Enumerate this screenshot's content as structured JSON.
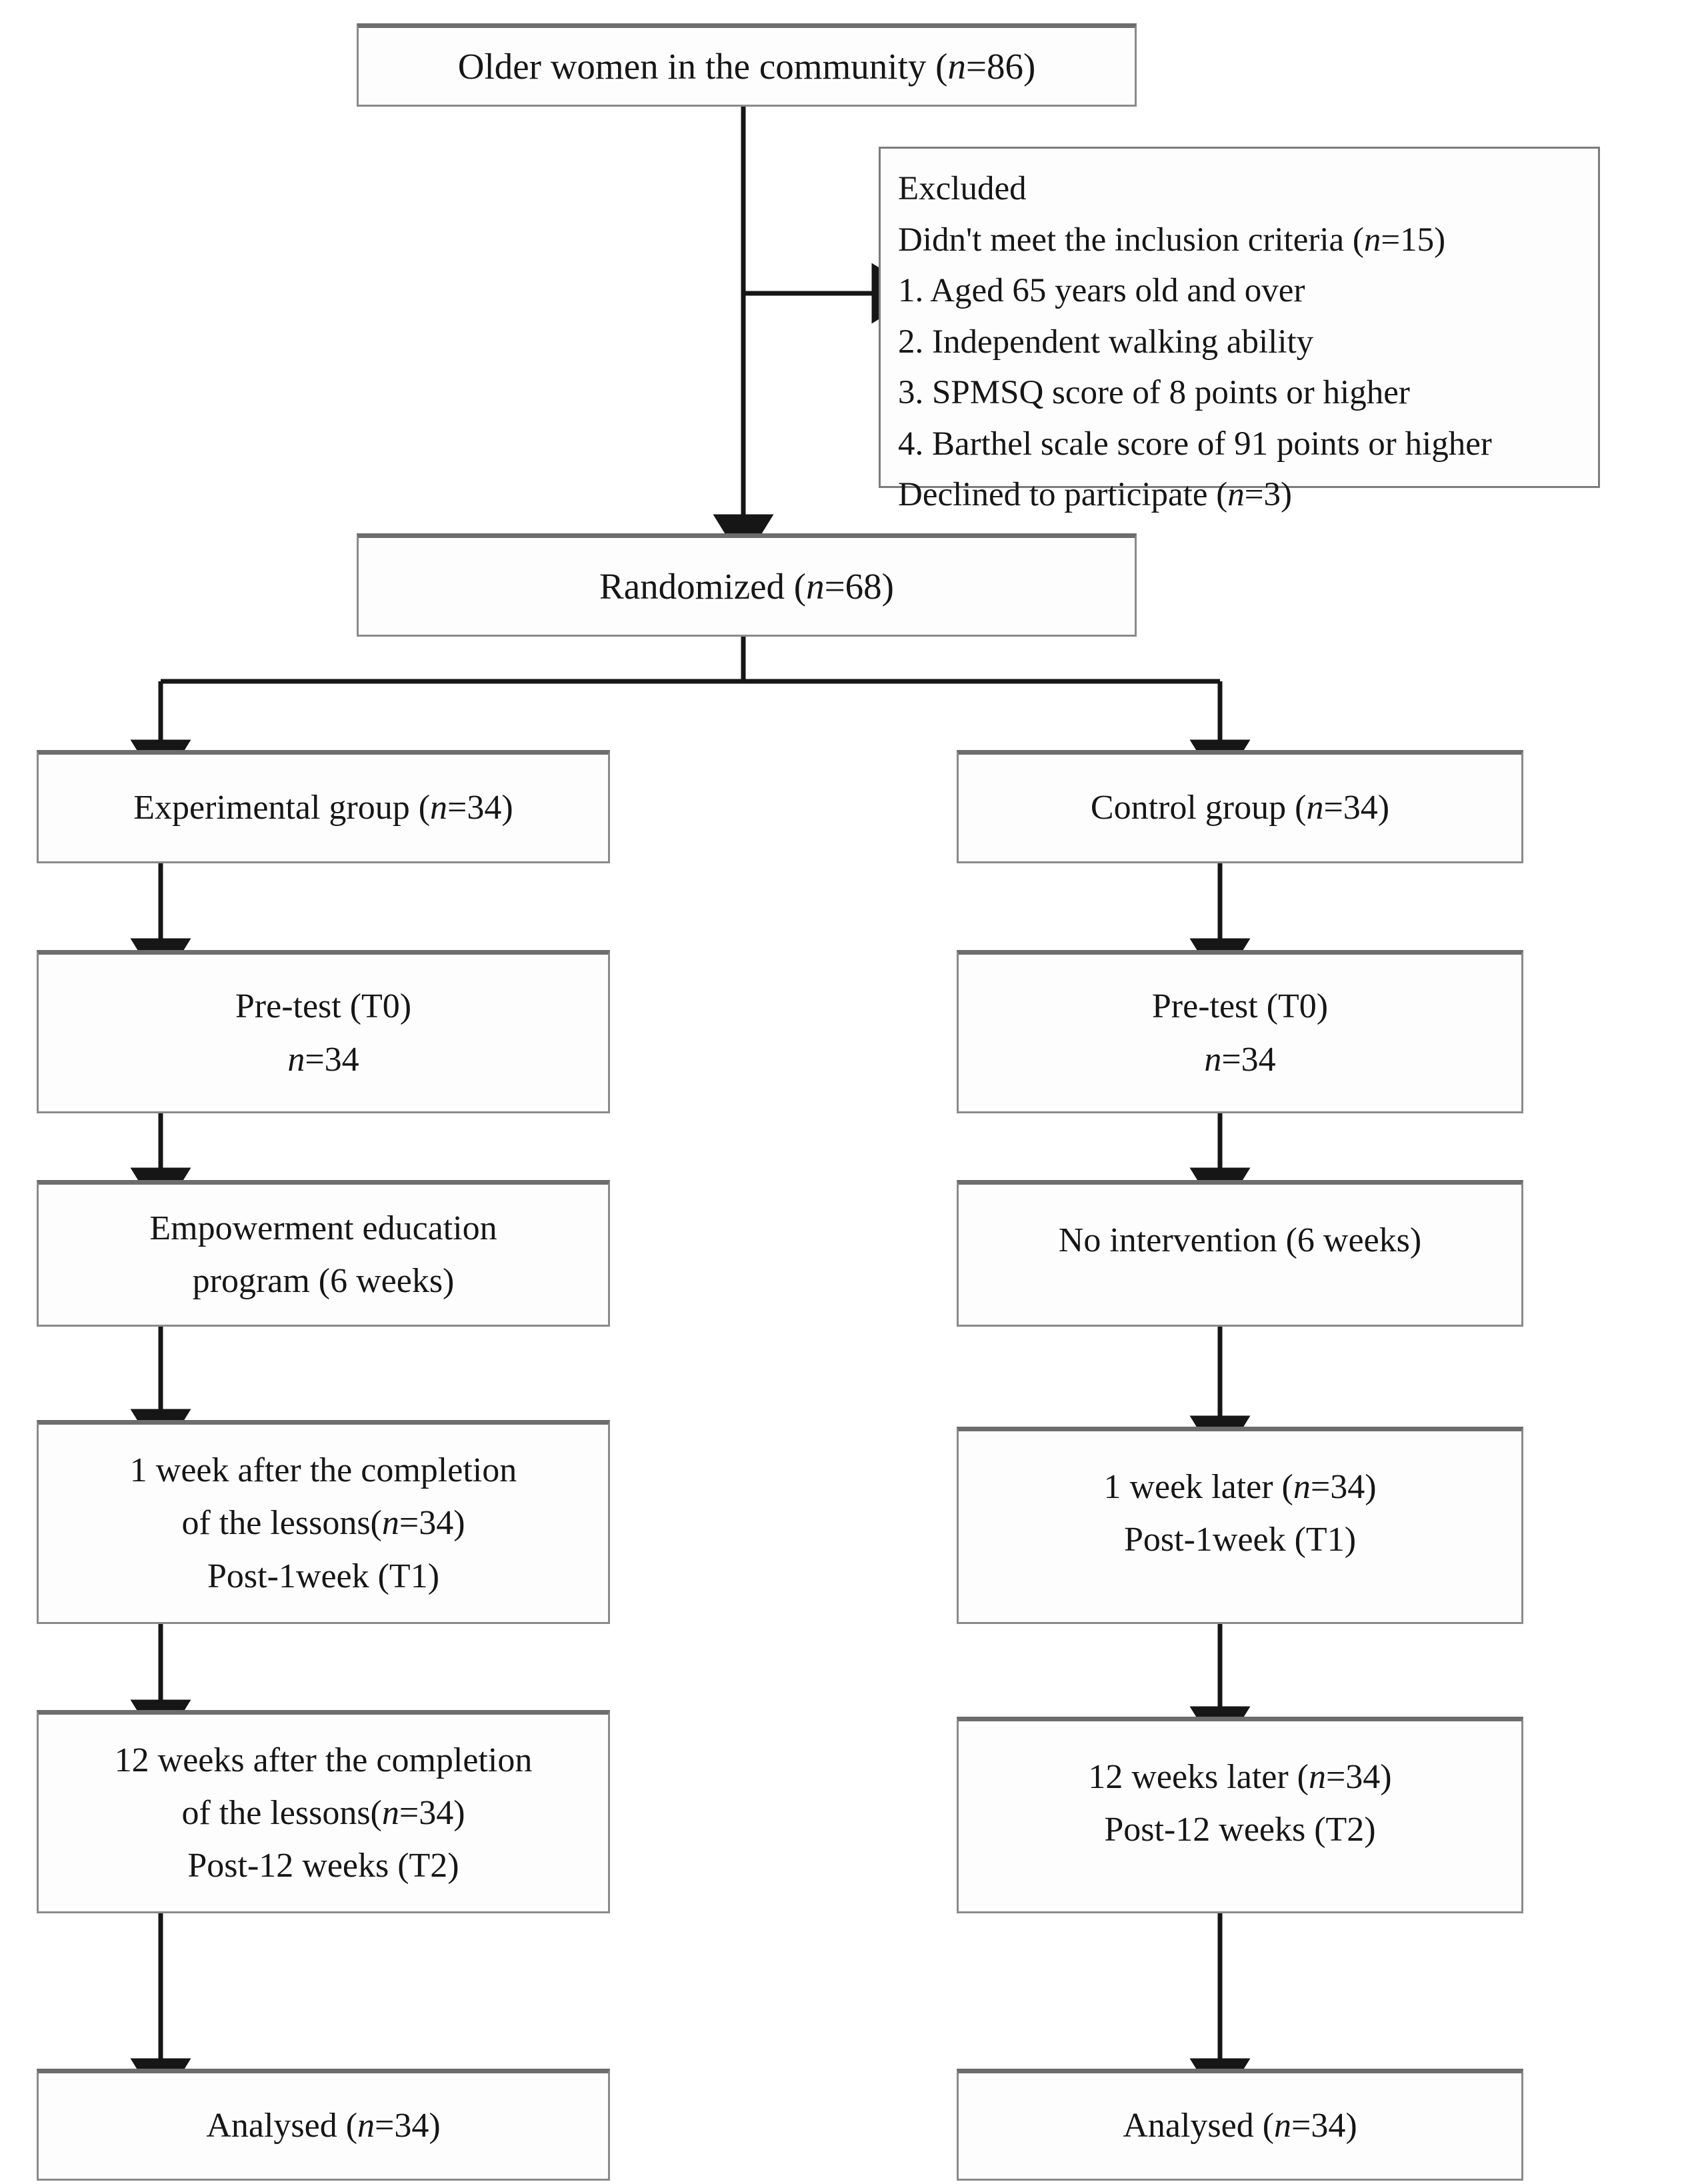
{
  "diagram": {
    "title": "CONSORT participant flow diagram",
    "type": "flowchart",
    "colors": {
      "box_border": "#8a8a8a",
      "box_fill": "#fdfdfd",
      "connector": "#161616",
      "text": "#161616"
    }
  },
  "nodes": {
    "enrollment": {
      "label": "Older women in the community (n=86)",
      "line1": "Older women in the community (",
      "n_italic": "n",
      "line1_tail": "=86)"
    },
    "excluded": {
      "heading": "Excluded",
      "criteria_line": "Didn't meet the inclusion criteria (n=15)",
      "criteria_lead": "Didn't meet the inclusion criteria (",
      "criteria_tail": "=15)",
      "items": [
        "1. Aged 65 years old and over",
        "2. Independent walking ability",
        "3. SPMSQ score of 8 points or higher",
        "4. Barthel scale score of 91 points or higher"
      ],
      "declined_lead": "Declined to participate (",
      "declined_tail": "=3)",
      "declined_line": "Declined to participate (n=3)"
    },
    "randomized": {
      "lead": "Randomized (",
      "tail": "=68)",
      "label": "Randomized (n=68)"
    },
    "experimental_group": {
      "lead": "Experimental group (",
      "tail": "=34)",
      "label": "Experimental group (n=34)"
    },
    "control_group": {
      "lead": "Control group (",
      "tail": "=34)",
      "label": "Control group (n=34)"
    },
    "exp_pretest": {
      "line1": "Pre-test (T0)",
      "line2_lead": "",
      "line2_tail": "=34",
      "line2": "n=34"
    },
    "ctl_pretest": {
      "line1": "Pre-test (T0)",
      "line2_tail": "=34",
      "line2": "n=34"
    },
    "exp_intervention": {
      "line1": "Empowerment education",
      "line2": "program (6 weeks)"
    },
    "ctl_intervention": {
      "line1": "No intervention (6 weeks)"
    },
    "exp_t1": {
      "line1": "1 week after the completion",
      "line2_lead": "of the lessons(",
      "line2_tail": "=34)",
      "line2": "of the lessons(n=34)",
      "line3": "Post-1week (T1)"
    },
    "ctl_t1": {
      "line1_lead": "1 week later (",
      "line1_tail": "=34)",
      "line1": "1 week later (n=34)",
      "line2": "Post-1week (T1)"
    },
    "exp_t2": {
      "line1": "12 weeks after the completion",
      "line2_lead": "of the lessons(",
      "line2_tail": "=34)",
      "line2": "of the lessons(n=34)",
      "line3": "Post-12 weeks (T2)"
    },
    "ctl_t2": {
      "line1_lead": "12 weeks later (",
      "line1_tail": "=34)",
      "line1": "12 weeks later (n=34)",
      "line2": "Post-12 weeks (T2)"
    },
    "exp_analysed": {
      "lead": "Analysed (",
      "tail": "=34)",
      "label": "Analysed (n=34)"
    },
    "ctl_analysed": {
      "lead": "Analysed (",
      "tail": "=34)",
      "label": "Analysed (n=34)"
    }
  },
  "italic_marker": "n"
}
